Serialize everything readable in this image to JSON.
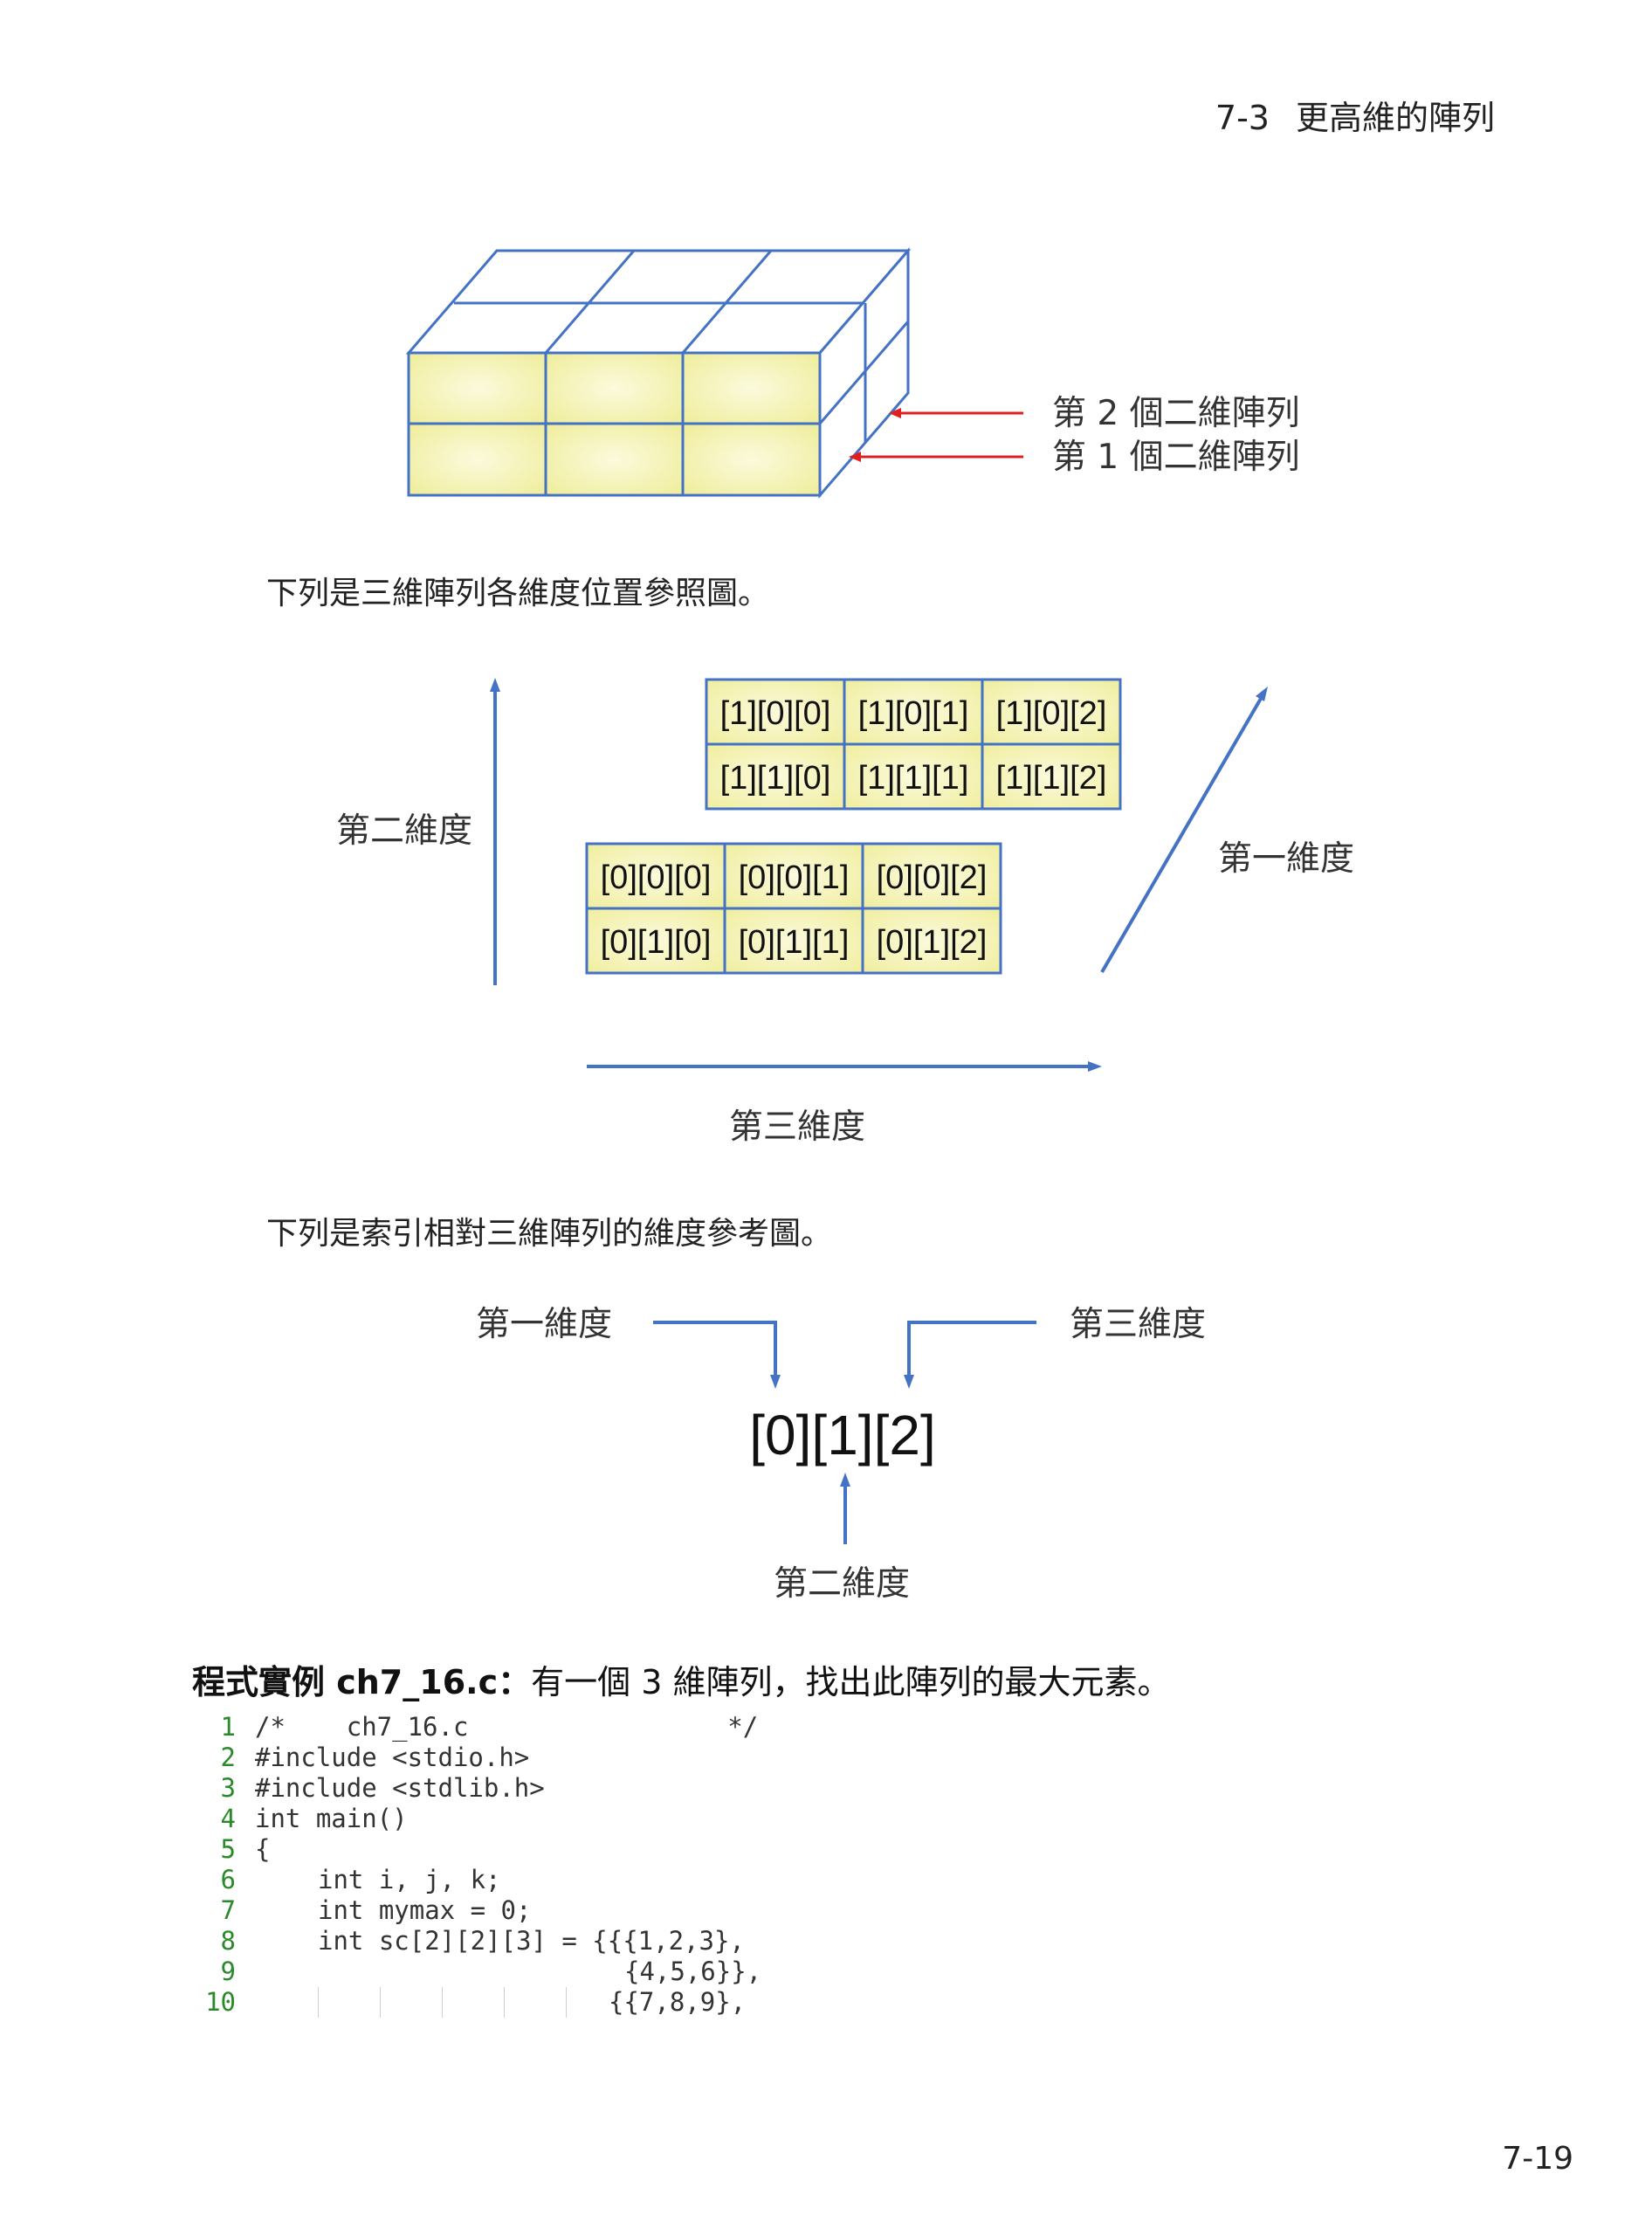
{
  "header": {
    "section_number": "7-3",
    "section_title": "更高維的陣列"
  },
  "figure1": {
    "labels": [
      "第 2 個二維陣列",
      "第 1 個二維陣列"
    ]
  },
  "paragraph1": "下列是三維陣列各維度位置參照圖。",
  "figure2": {
    "back_plane": [
      [
        "[1][0][0]",
        "[1][0][1]",
        "[1][0][2]"
      ],
      [
        "[1][1][0]",
        "[1][1][1]",
        "[1][1][2]"
      ]
    ],
    "front_plane": [
      [
        "[0][0][0]",
        "[0][0][1]",
        "[0][0][2]"
      ],
      [
        "[0][1][0]",
        "[0][1][1]",
        "[0][1][2]"
      ]
    ],
    "axis_labels": {
      "dim1": "第一維度",
      "dim2": "第二維度",
      "dim3": "第三維度"
    }
  },
  "paragraph2": "下列是索引相對三維陣列的維度參考圖。",
  "figure3": {
    "index": "[0][1][2]",
    "dim1": "第一維度",
    "dim2": "第二維度",
    "dim3": "第三維度"
  },
  "example": {
    "title_bold": "程式實例 ch7_16.c",
    "colon": "：",
    "description": "有一個 3 維陣列，找出此陣列的最大元素。"
  },
  "code_lines": [
    {
      "n": "1",
      "text": "/*    ch7_16.c                 */"
    },
    {
      "n": "2",
      "text": "#include <stdio.h>"
    },
    {
      "n": "3",
      "text": "#include <stdlib.h>"
    },
    {
      "n": "4",
      "text": "int main()"
    },
    {
      "n": "5",
      "text": "{"
    },
    {
      "n": "6",
      "text": "int i, j, k;"
    },
    {
      "n": "7",
      "text": "int mymax = 0;"
    },
    {
      "n": "8",
      "text": "int sc[2][2][3] = {{{1,2,3},"
    },
    {
      "n": "9",
      "text": "{4,5,6}},"
    },
    {
      "n": "10",
      "text": "{{7,8,9},"
    }
  ],
  "page_number": "7-19",
  "colors": {
    "blue": "#4472c4",
    "red": "#e02020",
    "cell_fill": "#f2f0a8"
  }
}
